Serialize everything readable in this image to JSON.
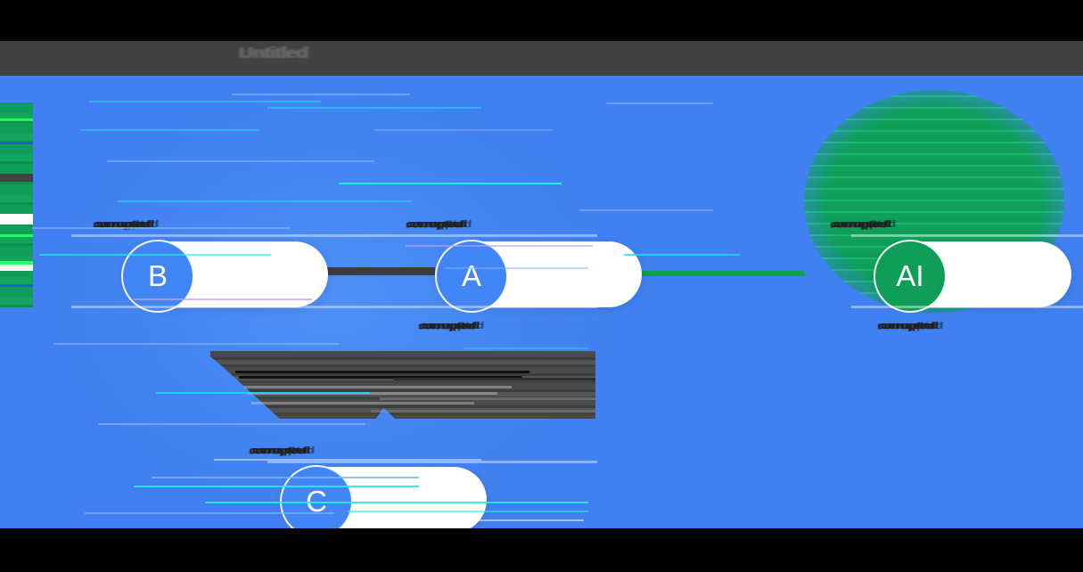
{
  "window": {
    "title": "Untitled",
    "top_bar_color": "#414141",
    "letterbox_color": "#000000"
  },
  "canvas": {
    "background_color": "#4080f0",
    "accent_blue": "#4285f4",
    "accent_green": "#0f9d58",
    "connector_dark": "#3c3c3c"
  },
  "left_panel": {
    "name": "left-green-slab",
    "color": "#0f9d58"
  },
  "nodes": [
    {
      "id": "node-b",
      "badge": "B",
      "badge_color": "#4285f4",
      "label_above": "corrupted",
      "label_below": ""
    },
    {
      "id": "node-a",
      "badge": "A",
      "badge_color": "#4285f4",
      "label_above": "corrupted",
      "label_below": "corrupted"
    },
    {
      "id": "node-c",
      "badge": "C",
      "badge_color": "#4285f4",
      "label_above": "corrupted",
      "label_below": ""
    },
    {
      "id": "node-ai",
      "badge": "AI",
      "badge_color": "#0f9d58",
      "label_above": "corrupted",
      "label_below": "corrupted"
    }
  ],
  "connectors": [
    {
      "name": "connector-b-to-a",
      "from": "node-b",
      "to": "node-a",
      "color": "#3c3c3c"
    },
    {
      "name": "connector-a-to-ai",
      "from": "node-a",
      "to": "node-ai",
      "color": "#0f9d58"
    }
  ],
  "text_block": {
    "name": "corrupted-paragraph",
    "content": "corrupted"
  }
}
